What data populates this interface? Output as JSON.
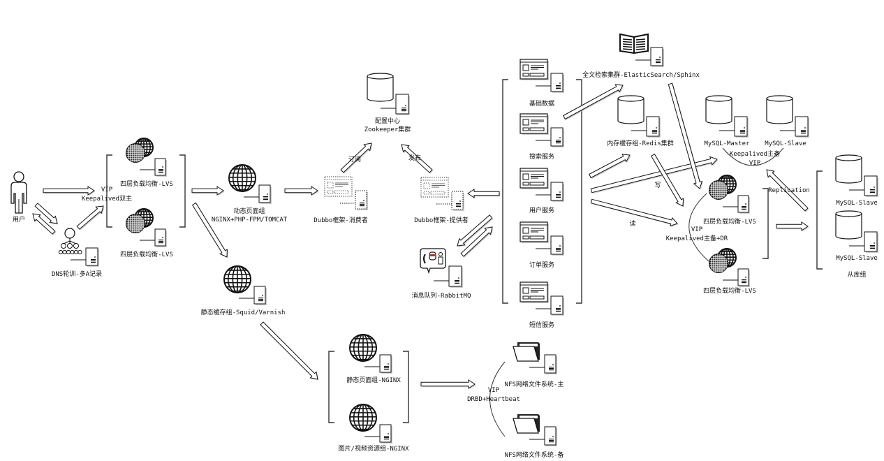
{
  "colors": {
    "stroke": "#111111",
    "es_label": "#7a2a10"
  },
  "nodes": {
    "user": {
      "icon": "person-icon",
      "label": [
        "用户"
      ]
    },
    "dns": {
      "icon": "org-tree-icon",
      "label": [
        "DNS轮训-多A记录"
      ]
    },
    "lvs1": {
      "icon": "globe-pair-icon",
      "label": [
        "四层负载均衡-LVS"
      ]
    },
    "lvs2": {
      "icon": "globe-pair-icon",
      "label": [
        "四层负载均衡-LVS"
      ]
    },
    "dynamic": {
      "icon": "globe-icon",
      "label": [
        "动态页面组",
        "NGINX+PHP-FPM/TOMCAT"
      ]
    },
    "squid": {
      "icon": "globe-icon",
      "label": [
        "静态缓存组-Squid/Varnish"
      ]
    },
    "zookeeper": {
      "icon": "database-icon",
      "label": [
        "配置中心",
        "Zookeeper集群"
      ]
    },
    "consumer": {
      "icon": "window-dashed-icon",
      "label": [
        "Dubbo框架-消费者"
      ]
    },
    "provider": {
      "icon": "window-dashed-icon",
      "label": [
        "Dubbo框架-提供者"
      ]
    },
    "mq": {
      "icon": "chat-bubble-icon",
      "label": [
        "消息队列-RabbitMQ"
      ]
    },
    "svc_base": {
      "icon": "window-icon",
      "label": [
        "基础数据"
      ]
    },
    "svc_search": {
      "icon": "window-icon",
      "label": [
        "搜索服务"
      ]
    },
    "svc_user": {
      "icon": "window-icon",
      "label": [
        "用户服务"
      ]
    },
    "svc_order": {
      "icon": "window-icon",
      "label": [
        "订单服务"
      ]
    },
    "svc_sms": {
      "icon": "window-icon",
      "label": [
        "短信服务"
      ]
    },
    "es": {
      "icon": "book-icon",
      "label": [
        "全文检索集群-ElasticSearch/Sphinx"
      ]
    },
    "redis": {
      "icon": "database-icon",
      "label": [
        "内存缓存组-Redis集群"
      ]
    },
    "mysql_master": {
      "icon": "database-icon",
      "label": [
        "MySQL-Master"
      ]
    },
    "mysql_slave": {
      "icon": "database-icon",
      "label": [
        "MySQL-Slave"
      ]
    },
    "lvs3": {
      "icon": "globe-pair-icon",
      "label": [
        "四层负载均衡-LVS"
      ]
    },
    "lvs4": {
      "icon": "globe-pair-icon",
      "label": [
        "四层负载均衡-LVS"
      ]
    },
    "slave1": {
      "icon": "database-icon",
      "label": [
        "MySQL-Slave"
      ]
    },
    "slave2": {
      "icon": "database-icon",
      "label": [
        "MySQL-Slave"
      ]
    },
    "nginx_static": {
      "icon": "globe-icon",
      "label": [
        "静态页面组-NGINX"
      ]
    },
    "nginx_media": {
      "icon": "globe-icon",
      "label": [
        "图片/视频资源组-NGINX"
      ]
    },
    "nfs_main": {
      "icon": "folder-icon",
      "label": [
        "NFS网络文件系统-主"
      ]
    },
    "nfs_backup": {
      "icon": "folder-icon",
      "label": [
        "NFS网络文件系统-备"
      ]
    }
  },
  "annotations": {
    "lvs_vip": [
      "VIP",
      "Keepalived双主"
    ],
    "subscribe": "订阅",
    "publish": "发布",
    "mysql_vip": [
      "Keepalived主备",
      "VIP"
    ],
    "lvs_right_vip": [
      "VIP",
      "Keepalived主备+DR"
    ],
    "write": "写",
    "read": "读",
    "replication": "Replication",
    "slave_group": "从库组",
    "nfs_vip": [
      "VIP",
      "DRBD+Heartbeat"
    ]
  }
}
